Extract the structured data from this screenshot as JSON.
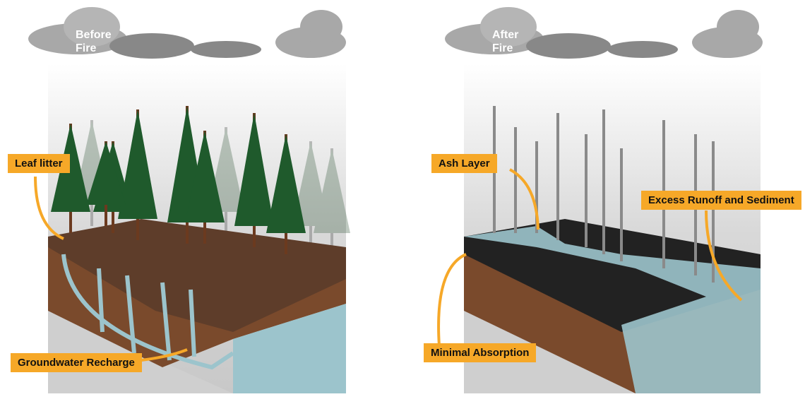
{
  "panels": [
    {
      "title_line1": "Before",
      "title_line2": "Fire",
      "labels": {
        "leaf_litter": "Leaf litter",
        "groundwater": "Groundwater Recharge"
      }
    },
    {
      "title_line1": "After",
      "title_line2": "Fire",
      "labels": {
        "ash_layer": "Ash Layer",
        "runoff": "Excess Runoff and Sediment",
        "absorption": "Minimal Absorption"
      }
    }
  ],
  "colors": {
    "label": "#f6a828",
    "soil": "#7a4a2c",
    "water": "#9cc4cc",
    "ash": "#222222",
    "tree": "#1f5a2c",
    "trunk": "#6b3a1f"
  }
}
